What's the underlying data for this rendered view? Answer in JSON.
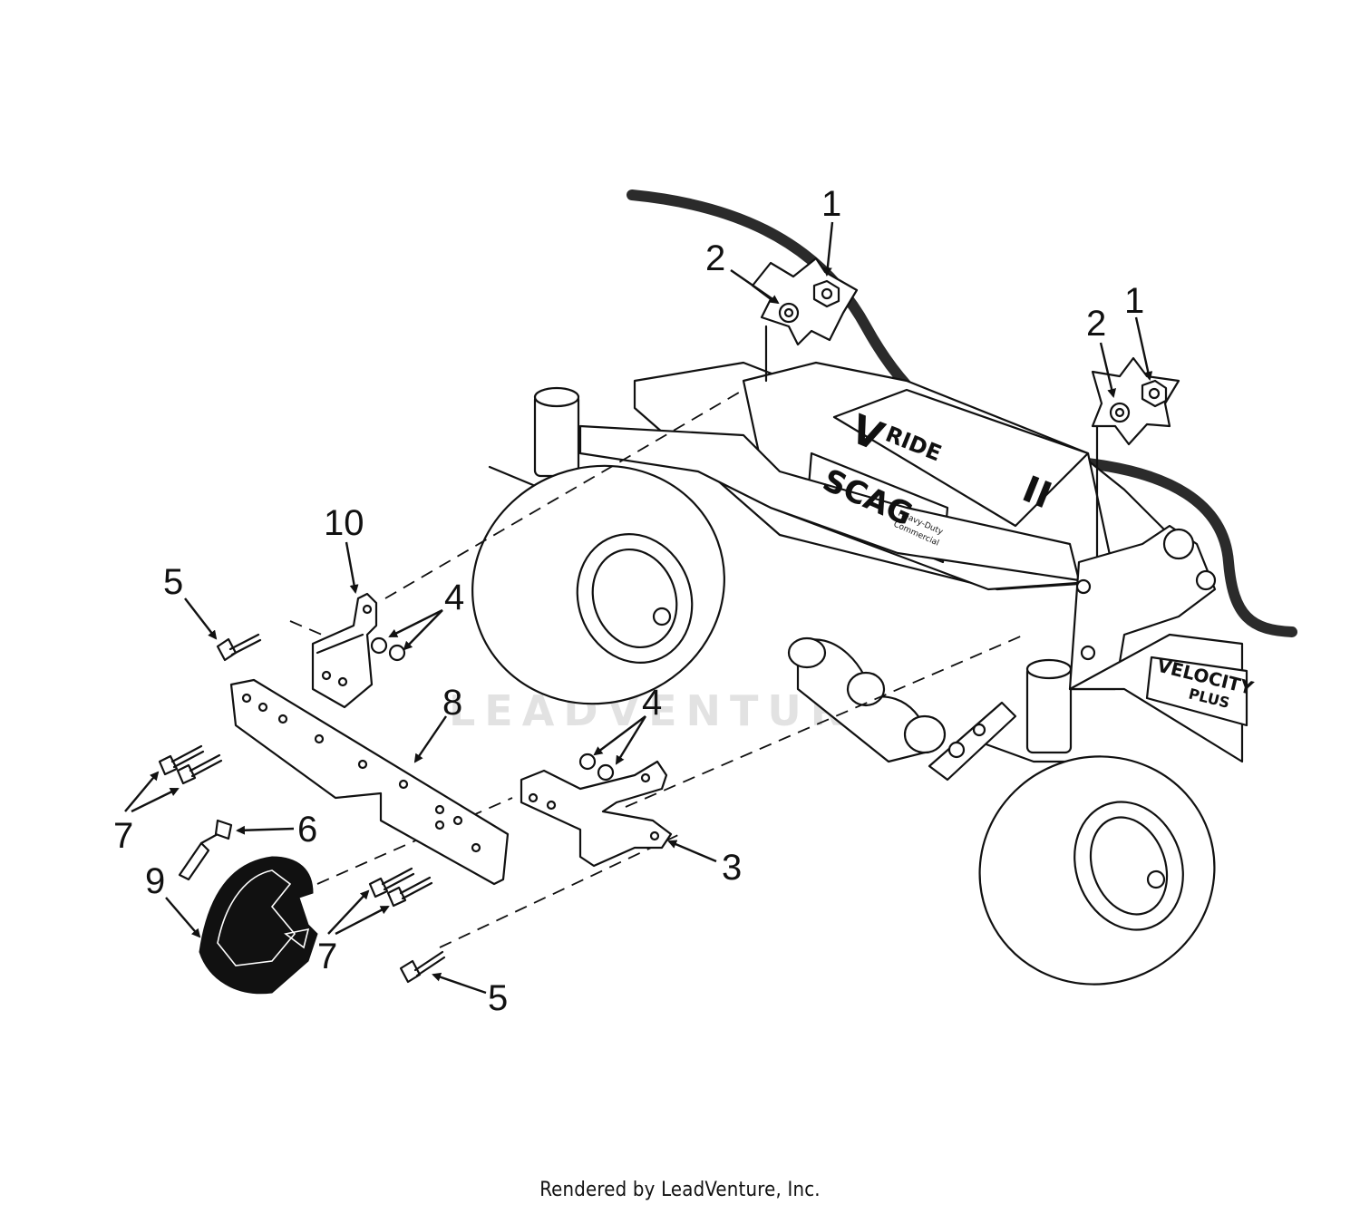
{
  "callouts": [
    {
      "label": "1"
    },
    {
      "label": "2"
    },
    {
      "label": "1"
    },
    {
      "label": "2"
    },
    {
      "label": "10"
    },
    {
      "label": "5"
    },
    {
      "label": "4"
    },
    {
      "label": "8"
    },
    {
      "label": "4"
    },
    {
      "label": "7"
    },
    {
      "label": "6"
    },
    {
      "label": "9"
    },
    {
      "label": "3"
    },
    {
      "label": "7"
    },
    {
      "label": "5"
    }
  ],
  "deck_badge": {
    "model": "V",
    "model_sub": "RIDE",
    "model_numeral": "II",
    "brand": "SCAG",
    "tagline_1": "Heavy-Duty",
    "tagline_2": "Commercial"
  },
  "side_badge": {
    "line_1": "VELOCITY",
    "line_2": "PLUS"
  },
  "watermark": {
    "text": "LEADVENTURE"
  },
  "footer": {
    "text": "Rendered by LeadVenture, Inc."
  }
}
